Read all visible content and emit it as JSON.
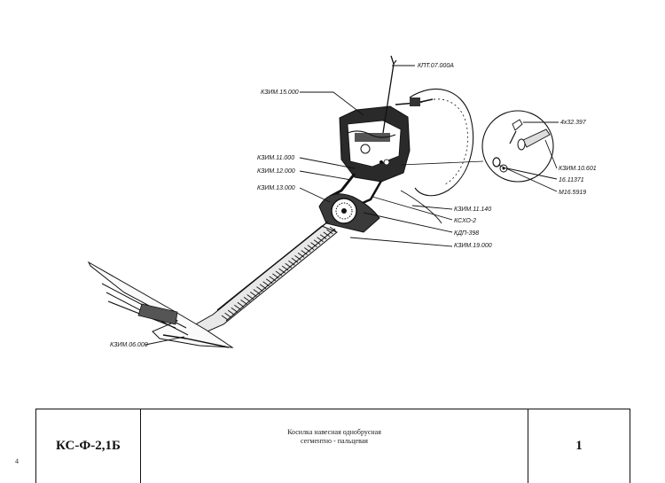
{
  "drawing": {
    "callouts": {
      "kpt": "КПТ.07.000А",
      "kzim15": "КЗИМ.15.000",
      "kzim11": "КЗИМ.11.000",
      "kzim12": "КЗИМ.12.000",
      "kzim13": "КЗИМ.13.000",
      "kzim11140": "КЗИМ.11.140",
      "ksho": "КСХО-2",
      "kdp": "КДП-398",
      "kzim19": "КЗИМ.19.000",
      "kzim06": "КЗИМ.06.000",
      "pin": "4х32.397",
      "kzim10601": "КЗИМ.10.601",
      "washer": "16.11371",
      "nut": "М16.5919"
    }
  },
  "title_block": {
    "model_code": "КС-Ф-2,1Б",
    "description_line1": "Косилка навесная однобрусная",
    "description_line2": "сегментно - пальцевая",
    "sheet_number": "1"
  },
  "page_number": "4"
}
